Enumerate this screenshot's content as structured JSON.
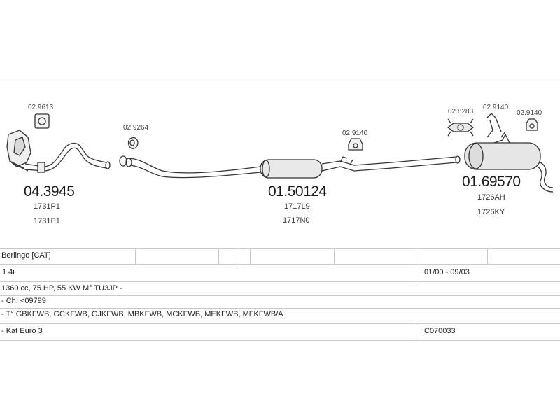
{
  "parts": {
    "clamp_1": "02.9613",
    "gasket_1": "02.9264",
    "hanger_1": "02.9140",
    "bracket_1": "02.8283",
    "hanger_2": "02.9140",
    "hanger_3": "02.9140",
    "front": {
      "number": "04.3945",
      "codes": [
        "1731P1",
        "1731P1"
      ]
    },
    "middle": {
      "number": "01.50124",
      "codes": [
        "1717L9",
        "1717N0"
      ]
    },
    "rear": {
      "number": "01.69570",
      "codes": [
        "1726AH",
        "1726KY"
      ]
    }
  },
  "table": {
    "model": "Berlingo  [CAT]",
    "engine": "1.4i",
    "dates": "01/00 - 09/03",
    "spec": "1360 cc, 75 HP, 55 KW M° TU3JP -",
    "chassis": "- Ch. <09799",
    "types": "- T° GBKFWB, GCKFWB, GJKFWB, MBKFWB, MCKFWB, MEKFWB, MFKFWB/A",
    "cat": "- Kat Euro 3",
    "cat_code": "C070033"
  }
}
